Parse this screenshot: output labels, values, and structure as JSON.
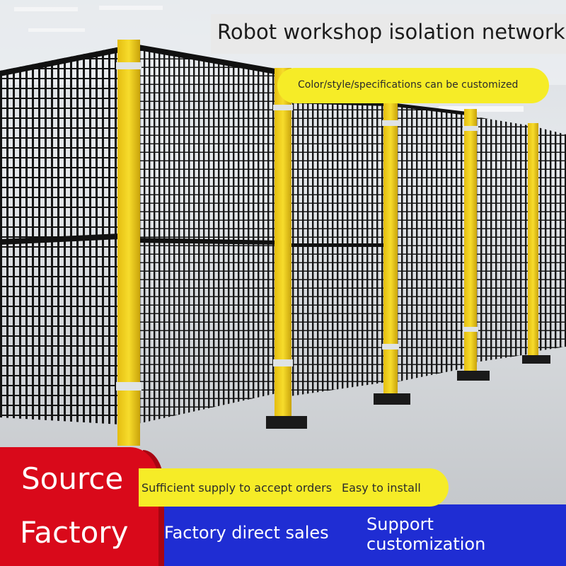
{
  "header": {
    "title": "Robot workshop isolation network"
  },
  "badge": {
    "customize": "Color/style/specifications can be customized"
  },
  "left_panel": {
    "line1": "Source",
    "line2": "Factory"
  },
  "features": {
    "supply": "Sufficient supply to accept orders",
    "install": "Easy to install",
    "direct_sales": "Factory direct sales",
    "support_line1": "Support",
    "support_line2": "customization"
  },
  "colors": {
    "post_yellow": "#f2d21b",
    "fence_black": "#111111",
    "banner_red": "#d9091a",
    "banner_blue": "#1f2dd3",
    "banner_yellow": "#f6ec27"
  }
}
